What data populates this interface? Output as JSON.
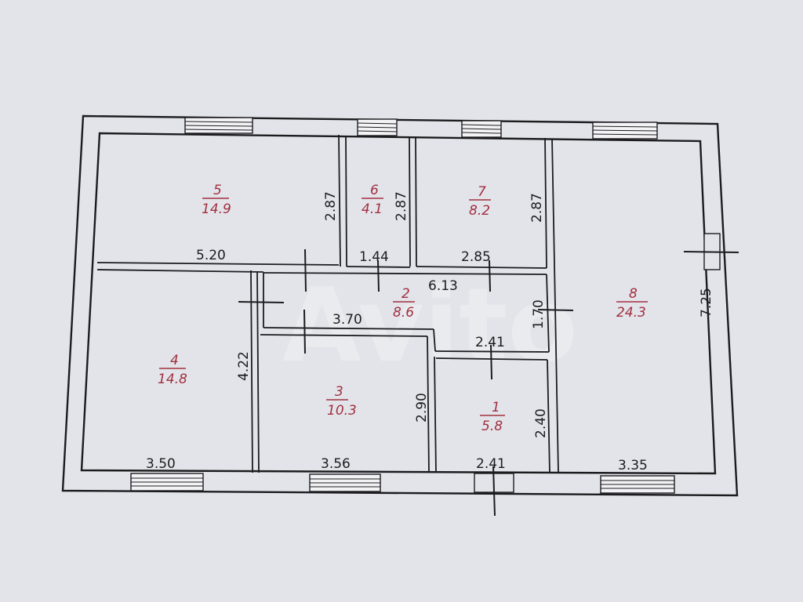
{
  "rooms": [
    {
      "id": "5",
      "number": "5",
      "area": "14.9",
      "width": "5.20",
      "depth": "2.87"
    },
    {
      "id": "6",
      "number": "6",
      "area": "4.1",
      "width": "1.44",
      "depth": "2.87"
    },
    {
      "id": "7",
      "number": "7",
      "area": "8.2",
      "width": "2.85",
      "depth": "2.87"
    },
    {
      "id": "8",
      "number": "8",
      "area": "24.3",
      "width": "3.35",
      "depth": "7.25"
    },
    {
      "id": "4",
      "number": "4",
      "area": "14.8",
      "width": "3.50",
      "depth": "4.22"
    },
    {
      "id": "2",
      "number": "2",
      "area": "8.6",
      "width": "3.70",
      "length": "6.13",
      "depth": "1.70"
    },
    {
      "id": "3",
      "number": "3",
      "area": "10.3",
      "width": "3.56",
      "depth": "2.90"
    },
    {
      "id": "1",
      "number": "1",
      "area": "5.8",
      "width": "2.41",
      "width_top": "2.41",
      "depth": "2.40"
    }
  ],
  "watermark": "Avito"
}
